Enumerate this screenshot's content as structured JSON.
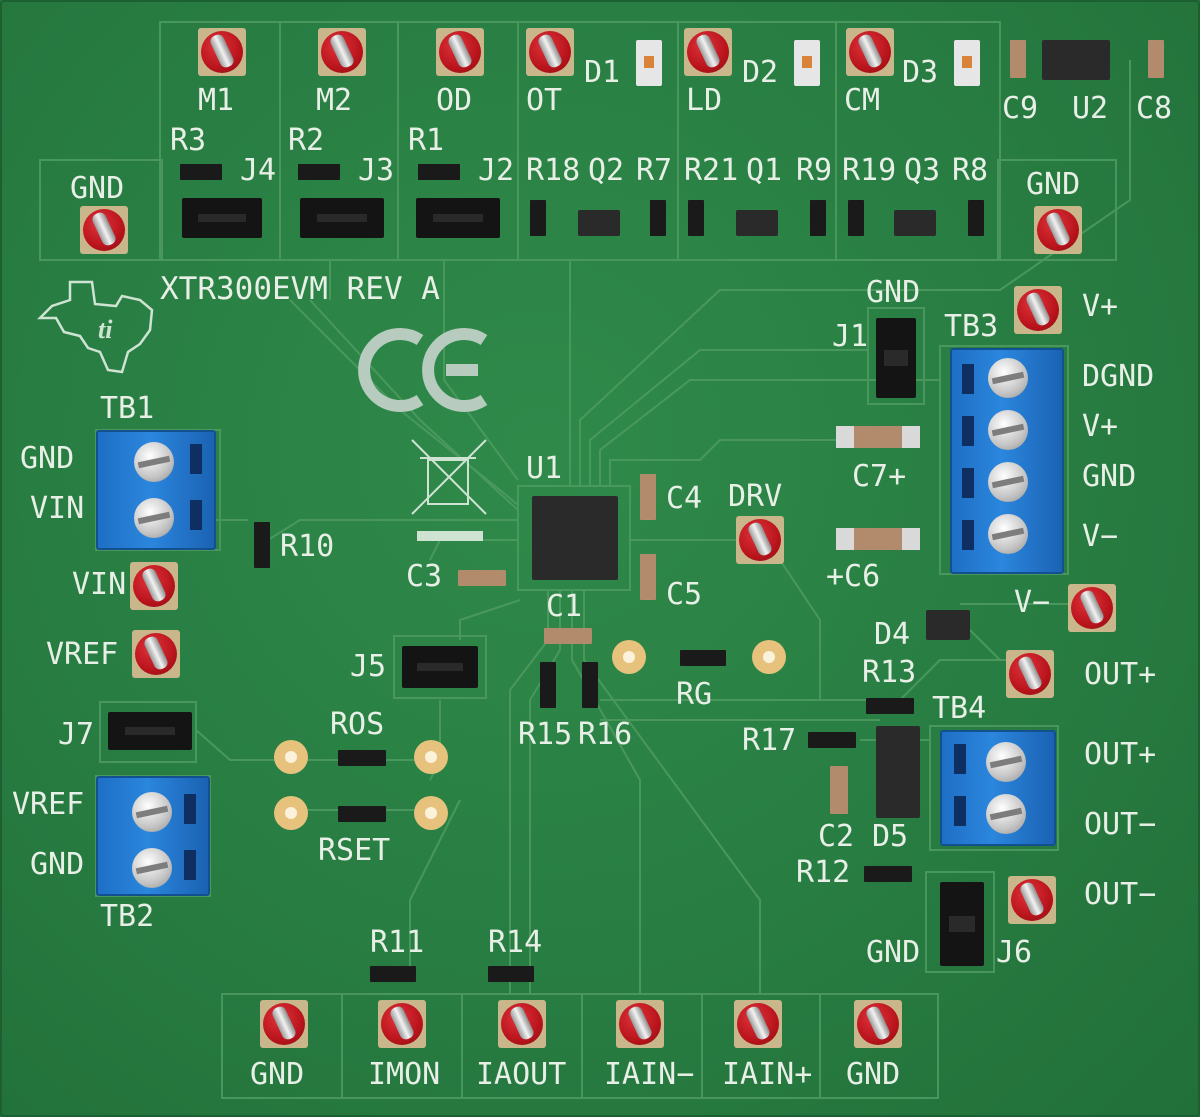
{
  "board": {
    "title": "XTR300EVM REV A",
    "silkscreen": {
      "top_gnd_left": "GND",
      "top_gnd_right": "GND",
      "m1": "M1",
      "m2": "M2",
      "od": "OD",
      "ot": "OT",
      "ld": "LD",
      "cm": "CM",
      "d1": "D1",
      "d2": "D2",
      "d3": "D3",
      "c9": "C9",
      "u2": "U2",
      "c8": "C8",
      "r3": "R3",
      "r2": "R2",
      "r1": "R1",
      "j4": "J4",
      "j3": "J3",
      "j2": "J2",
      "r18": "R18",
      "q2": "Q2",
      "r7": "R7",
      "r21": "R21",
      "q1": "Q1",
      "r9": "R9",
      "r19": "R19",
      "q3": "Q3",
      "r8": "R8",
      "tb1": "TB1",
      "tb1_gnd": "GND",
      "tb1_vin": "VIN",
      "r10": "R10",
      "vin": "VIN",
      "vref": "VREF",
      "j7": "J7",
      "tb2_vref": "VREF",
      "tb2_gnd": "GND",
      "tb2": "TB2",
      "u1": "U1",
      "c4": "C4",
      "c5": "C5",
      "c3": "C3",
      "c1": "C1",
      "drv": "DRV",
      "j5": "J5",
      "ros": "ROS",
      "rset": "RSET",
      "r15": "R15",
      "r16": "R16",
      "rg": "RG",
      "j1": "J1",
      "j1_gnd": "GND",
      "tb3": "TB3",
      "v_plus_tp": "V+",
      "dgnd": "DGND",
      "v_plus": "V+",
      "gnd_tb3": "GND",
      "v_minus": "V−",
      "c7": "C7+",
      "c6": "+C6",
      "v_minus_tp": "V−",
      "d4": "D4",
      "r13": "R13",
      "tb4": "TB4",
      "r17": "R17",
      "out_plus_1": "OUT+",
      "out_plus_2": "OUT+",
      "out_minus_1": "OUT−",
      "out_minus_2": "OUT−",
      "c2": "C2",
      "d5": "D5",
      "r12": "R12",
      "j6_gnd": "GND",
      "j6": "J6",
      "r11": "R11",
      "r14": "R14"
    },
    "bottom_test_points": [
      "GND",
      "IMON",
      "IAOUT",
      "IAIN−",
      "IAIN+",
      "GND"
    ],
    "colors": {
      "pcb": "#287d42",
      "silkscreen": "#e8efe6",
      "test_point": "#b9141c",
      "terminal_block": "#2b86dd"
    },
    "icons": [
      "texas-instruments-logo",
      "ce-mark",
      "weee-bin-symbol"
    ]
  }
}
